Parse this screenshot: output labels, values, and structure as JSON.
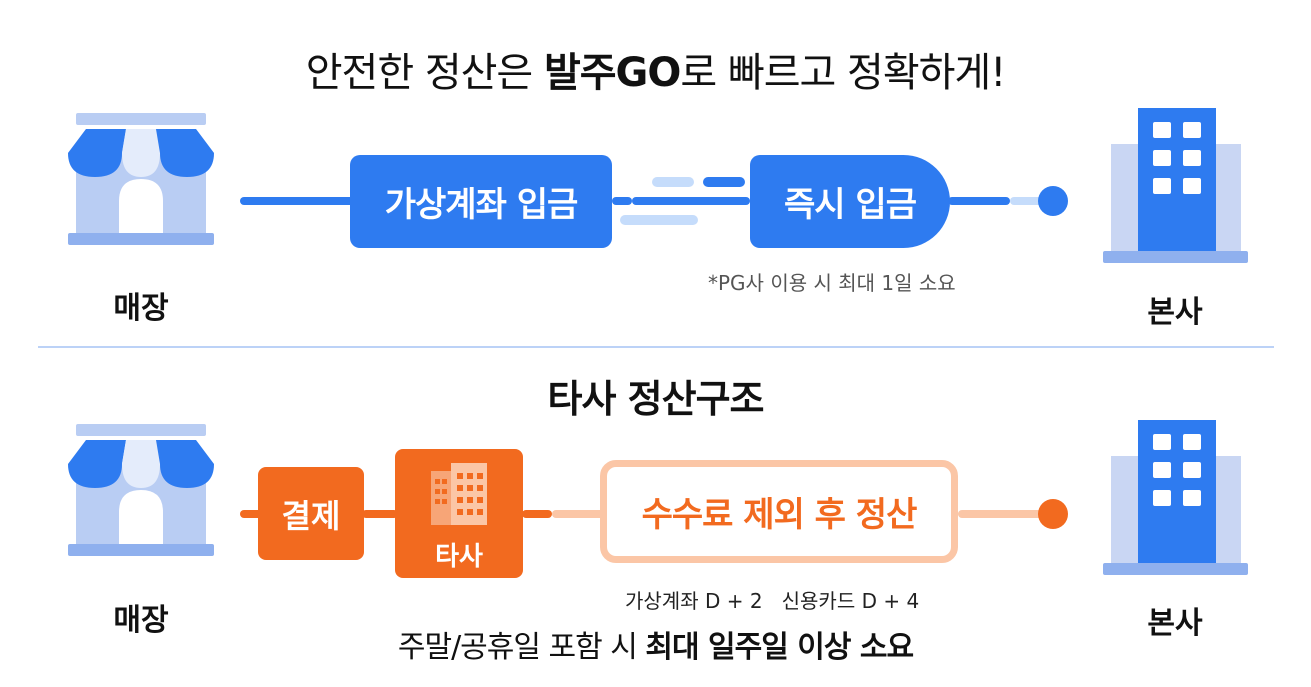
{
  "headline": {
    "prefix": "안전한 정산은 ",
    "brand": "발주GO",
    "suffix": "로 빠르고 정확하게!"
  },
  "top_flow": {
    "store_label": "매장",
    "step1": "가상계좌 입금",
    "step2": "즉시 입금",
    "note": "*PG사 이용 시 최대 1일 소요",
    "hq_label": "본사"
  },
  "section2_title": "타사 정산구조",
  "bottom_flow": {
    "store_label": "매장",
    "step1": "결제",
    "step2": "타사",
    "step3": "수수료 제외 후 정산",
    "note": "가상계좌 D + 2   신용카드 D + 4",
    "hq_label": "본사",
    "warning_prefix": "주말/공휴일 포함 시 ",
    "warning_bold": "최대 일주일 이상 소요"
  },
  "colors": {
    "blue": "#2e7bf0",
    "blue_light": "#c5dcfb",
    "orange": "#f26a1f",
    "orange_light": "#fbc6a6"
  }
}
